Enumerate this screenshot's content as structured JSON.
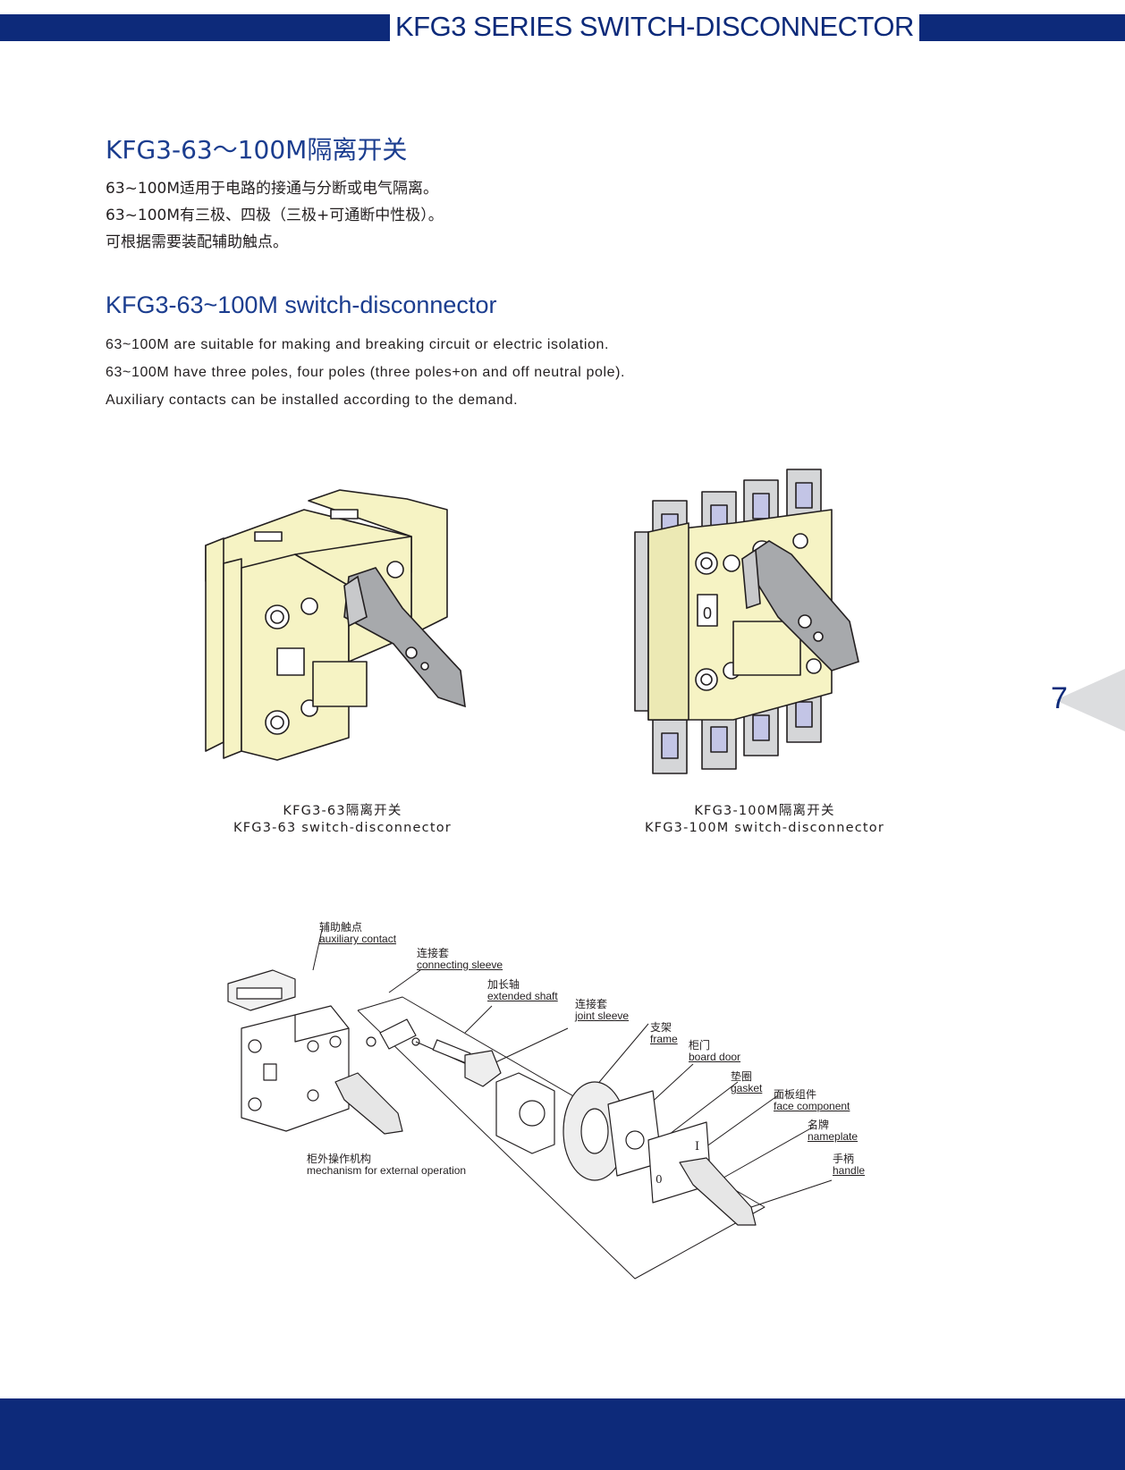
{
  "header": {
    "title": "KFG3 SERIES SWITCH-DISCONNECTOR"
  },
  "cn": {
    "heading": "KFG3-63～100M隔离开关",
    "lines": [
      "63~100M适用于电路的接通与分断或电气隔离。",
      "63~100M有三极、四极（三极+可通断中性极）。",
      "可根据需要装配辅助触点。"
    ]
  },
  "en": {
    "heading": "KFG3-63~100M switch-disconnector",
    "lines": [
      "63~100M are suitable for making and breaking circuit or electric isolation.",
      "63~100M have three poles, four poles (three poles+on and off neutral pole).",
      "Auxiliary contacts can be installed according to the demand."
    ]
  },
  "products": [
    {
      "caption_cn": "KFG3-63隔离开关",
      "caption_en": "KFG3-63 switch-disconnector"
    },
    {
      "caption_cn": "KFG3-100M隔离开关",
      "caption_en": "KFG3-100M switch-disconnector",
      "dial_mark": "0"
    }
  ],
  "diagram": {
    "labels": [
      {
        "cn": "辅助触点",
        "en": "auxiliary contact"
      },
      {
        "cn": "连接套",
        "en": "connecting sleeve"
      },
      {
        "cn": "加长轴",
        "en": "extended shaft"
      },
      {
        "cn": "连接套",
        "en": "joint sleeve"
      },
      {
        "cn": "支架",
        "en": "frame"
      },
      {
        "cn": "柜门",
        "en": "board door"
      },
      {
        "cn": "垫圈",
        "en": "gasket"
      },
      {
        "cn": "面板组件",
        "en": "face component"
      },
      {
        "cn": "名牌",
        "en": "nameplate"
      },
      {
        "cn": "手柄",
        "en": "handle"
      },
      {
        "cn": "柜外操作机构",
        "en": "mechanism for external operation"
      }
    ],
    "marks": [
      "I",
      "0"
    ]
  },
  "page": {
    "number": "7"
  },
  "colors": {
    "brand": "#0d2a7a",
    "body": "#f6f3c4",
    "handle": "#a7a9ac"
  }
}
